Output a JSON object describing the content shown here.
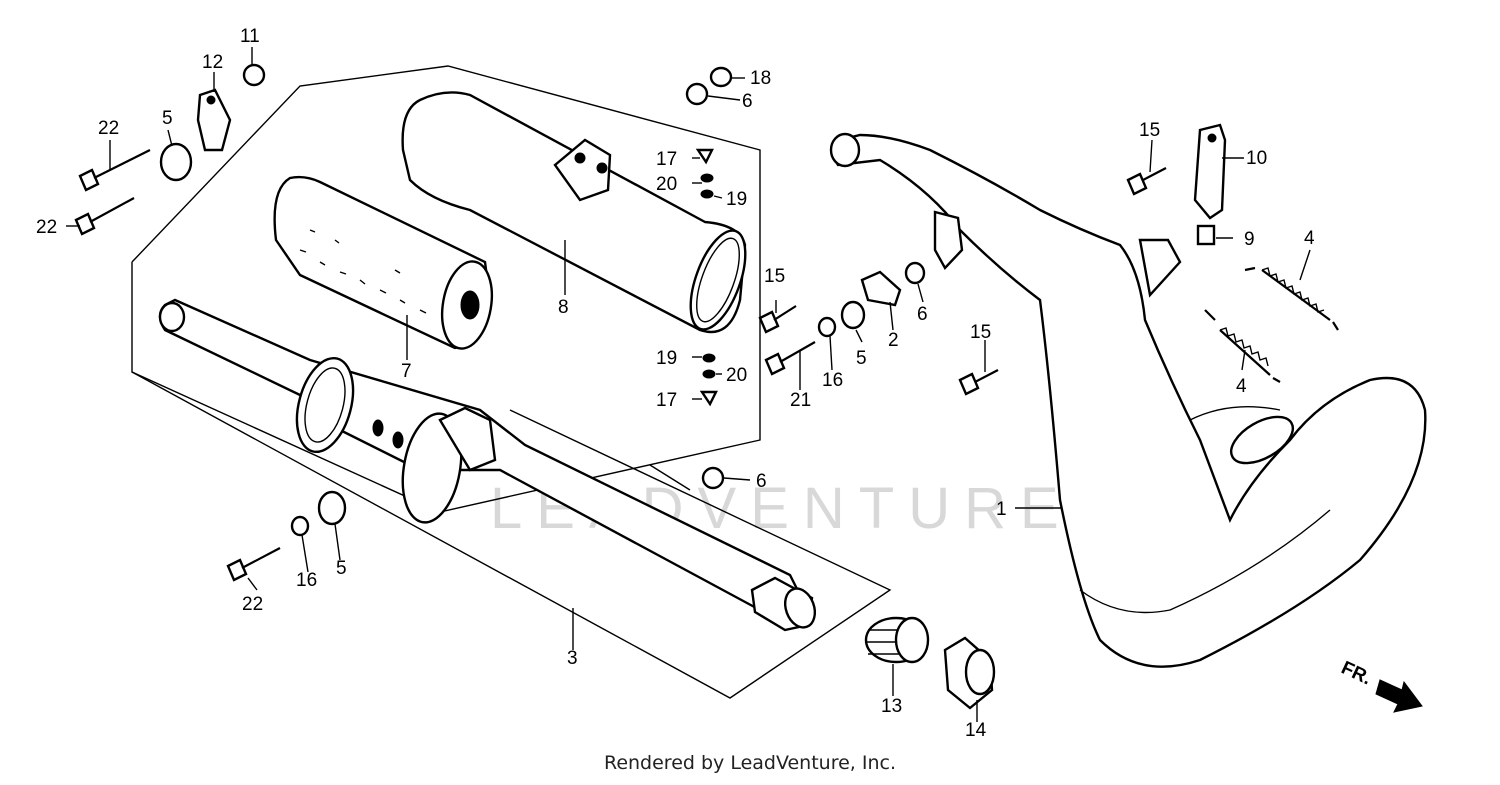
{
  "diagram": {
    "watermark": "LEADVENTURE",
    "direction_label": "FR.",
    "callouts": {
      "c1": "1",
      "c2": "2",
      "c3": "3",
      "c4a": "4",
      "c4b": "4",
      "c5a": "5",
      "c5b": "5",
      "c5c": "5",
      "c6a": "6",
      "c6b": "6",
      "c6c": "6",
      "c7": "7",
      "c8": "8",
      "c9": "9",
      "c10": "10",
      "c11": "11",
      "c12": "12",
      "c13": "13",
      "c14": "14",
      "c15a": "15",
      "c15b": "15",
      "c15c": "15",
      "c16a": "16",
      "c16b": "16",
      "c17a": "17",
      "c17b": "17",
      "c18": "18",
      "c19a": "19",
      "c19b": "19",
      "c20a": "20",
      "c20b": "20",
      "c21": "21",
      "c22a": "22",
      "c22b": "22",
      "c22c": "22"
    }
  },
  "footer": {
    "text": "Rendered by LeadVenture, Inc."
  }
}
